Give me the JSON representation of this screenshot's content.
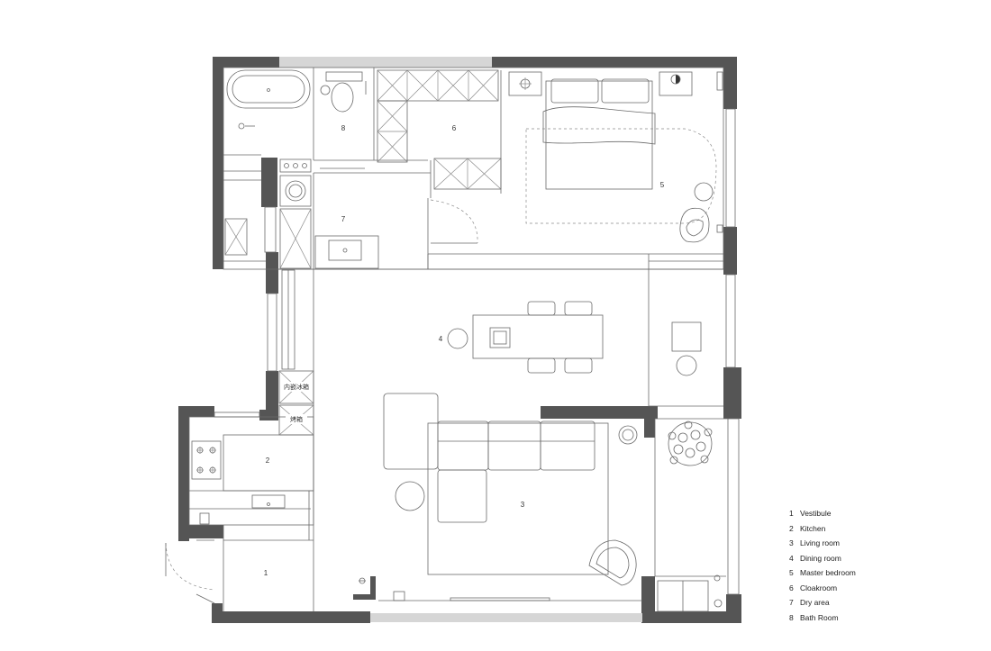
{
  "rooms": [
    {
      "number": "1"
    },
    {
      "number": "2"
    },
    {
      "number": "3"
    },
    {
      "number": "4"
    },
    {
      "number": "5"
    },
    {
      "number": "6"
    },
    {
      "number": "7"
    },
    {
      "number": "8"
    }
  ],
  "fixtures": {
    "built_in_fridge": "内嵌冰箱",
    "oven": "烤箱"
  },
  "legend": [
    {
      "number": "1",
      "label": "Vestibule"
    },
    {
      "number": "2",
      "label": "Kitchen"
    },
    {
      "number": "3",
      "label": "Living room"
    },
    {
      "number": "4",
      "label": "Dining room"
    },
    {
      "number": "5",
      "label": "Master bedroom"
    },
    {
      "number": "6",
      "label": "Cloakroom"
    },
    {
      "number": "7",
      "label": "Dry area"
    },
    {
      "number": "8",
      "label": "Bath Room"
    }
  ],
  "colors": {
    "wall": "#555555",
    "line": "#6a6a6a",
    "glass": "#d6d6d6"
  }
}
